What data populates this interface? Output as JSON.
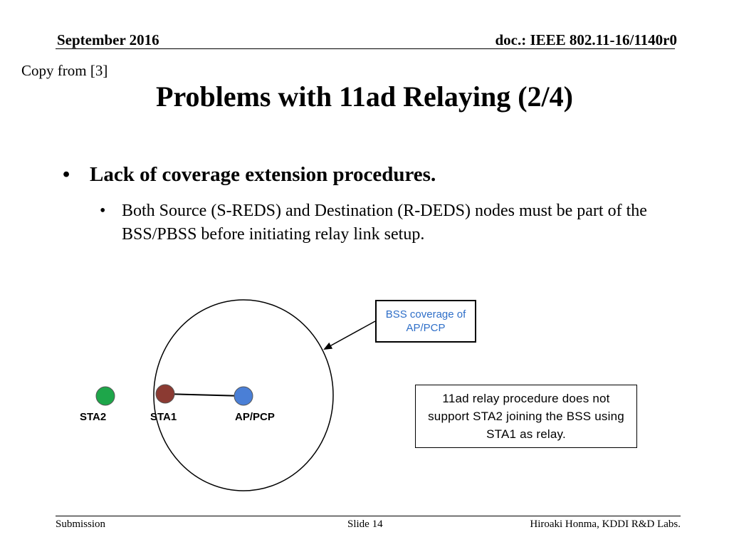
{
  "header": {
    "date": "September 2016",
    "doc_id": "doc.: IEEE 802.11-16/1140r0"
  },
  "copy_note": "Copy from [3]",
  "slide": {
    "title": "Problems with 11ad Relaying (2/4)",
    "bullet_main": "Lack of coverage extension procedures.",
    "bullet_sub": "Both Source (S-REDS) and Destination (R-DEDS) nodes must be part of the BSS/PBSS before initiating relay link setup."
  },
  "diagram": {
    "coverage_callout": "BSS coverage of AP/PCP",
    "note_callout": "11ad relay procedure does not support STA2 joining the BSS using STA1 as relay.",
    "nodes": [
      {
        "label": "STA2",
        "color": "#1ea64a"
      },
      {
        "label": "STA1",
        "color": "#8b3a32"
      },
      {
        "label": "AP/PCP",
        "color": "#4a7fd6"
      }
    ]
  },
  "footer": {
    "left": "Submission",
    "center": "Slide 14",
    "right": "Hiroaki Honma, KDDI R&D Labs."
  }
}
